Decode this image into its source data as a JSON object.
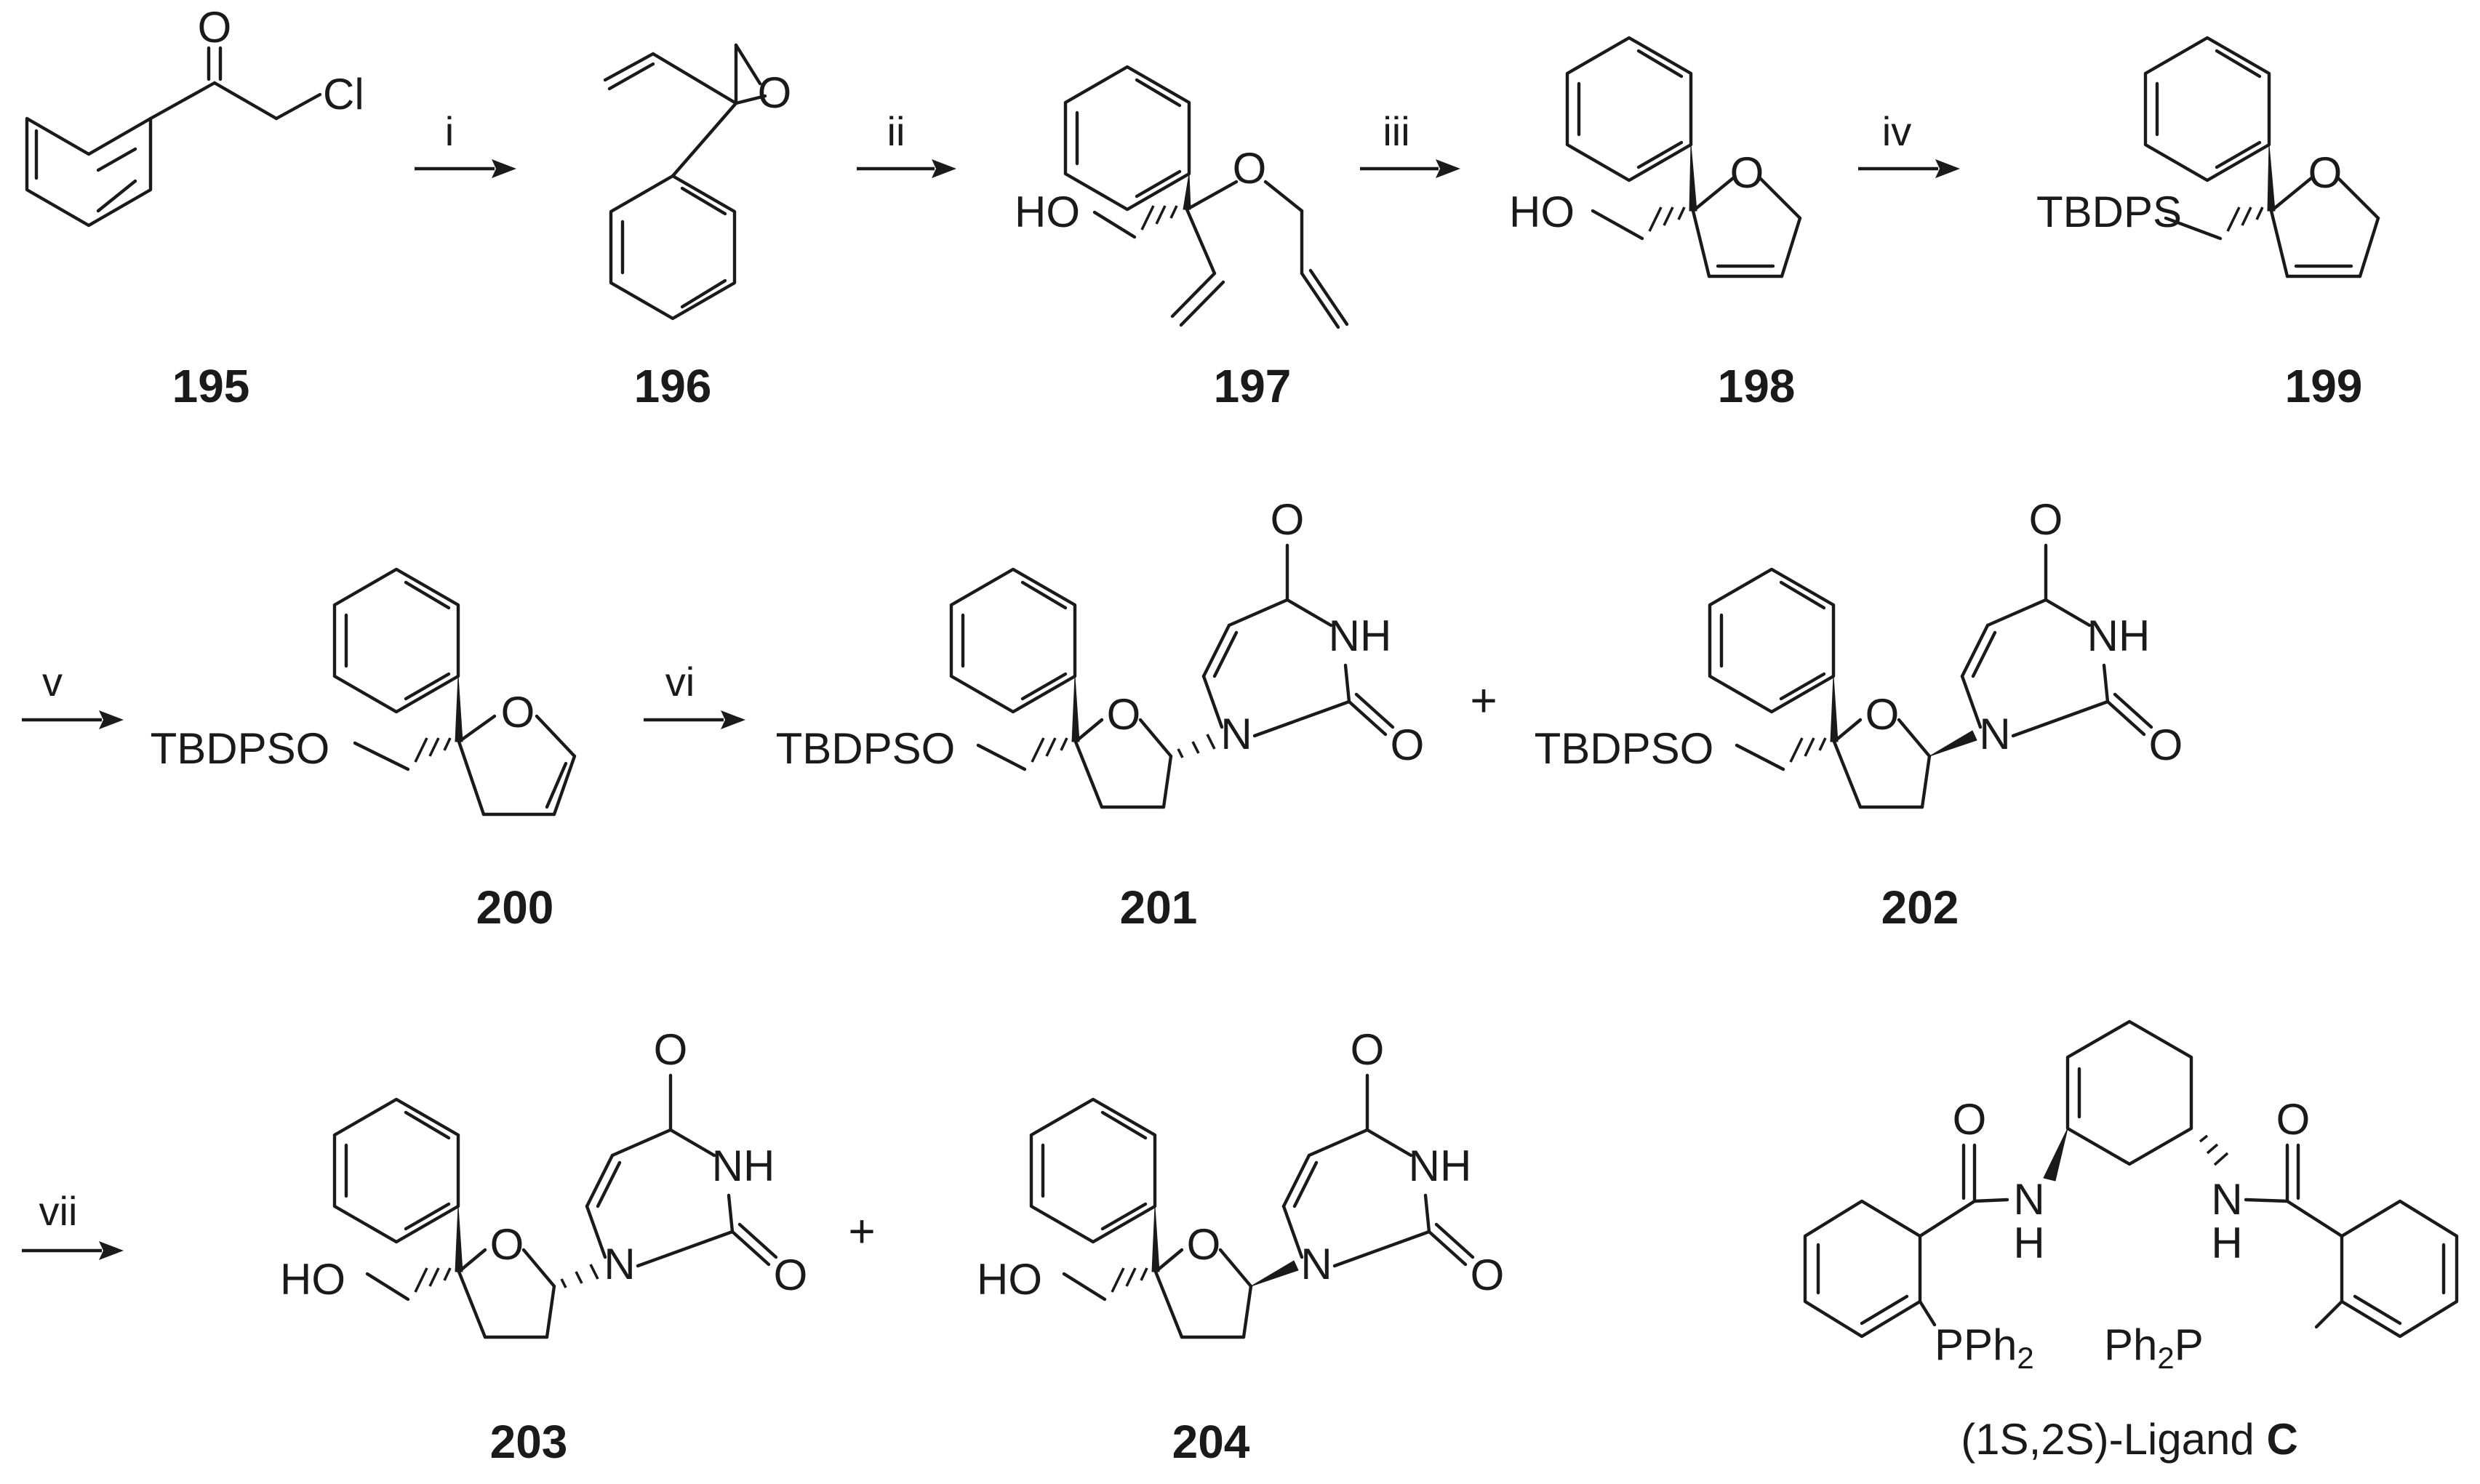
{
  "compounds": {
    "c195": "195",
    "c196": "196",
    "c197": "197",
    "c198": "198",
    "c199": "199",
    "c200": "200",
    "c201": "201",
    "c202": "202",
    "c203": "203",
    "c204": "204"
  },
  "steps": [
    "i",
    "ii",
    "iii",
    "iv",
    "v",
    "vi",
    "vii"
  ],
  "plus": "+",
  "atoms": {
    "O": "O",
    "Cl": "Cl",
    "HO": "HO",
    "NH": "NH",
    "N": "N",
    "H": "H",
    "TBDPS": "TBDPS",
    "TBDPSO": "TBDPSO",
    "PPh": "PPh",
    "Ph": "Ph",
    "P": "P",
    "sub2": "2"
  },
  "ligand": {
    "caption_prefix": "(1S,2S)-Ligand ",
    "caption_letter": "C"
  }
}
